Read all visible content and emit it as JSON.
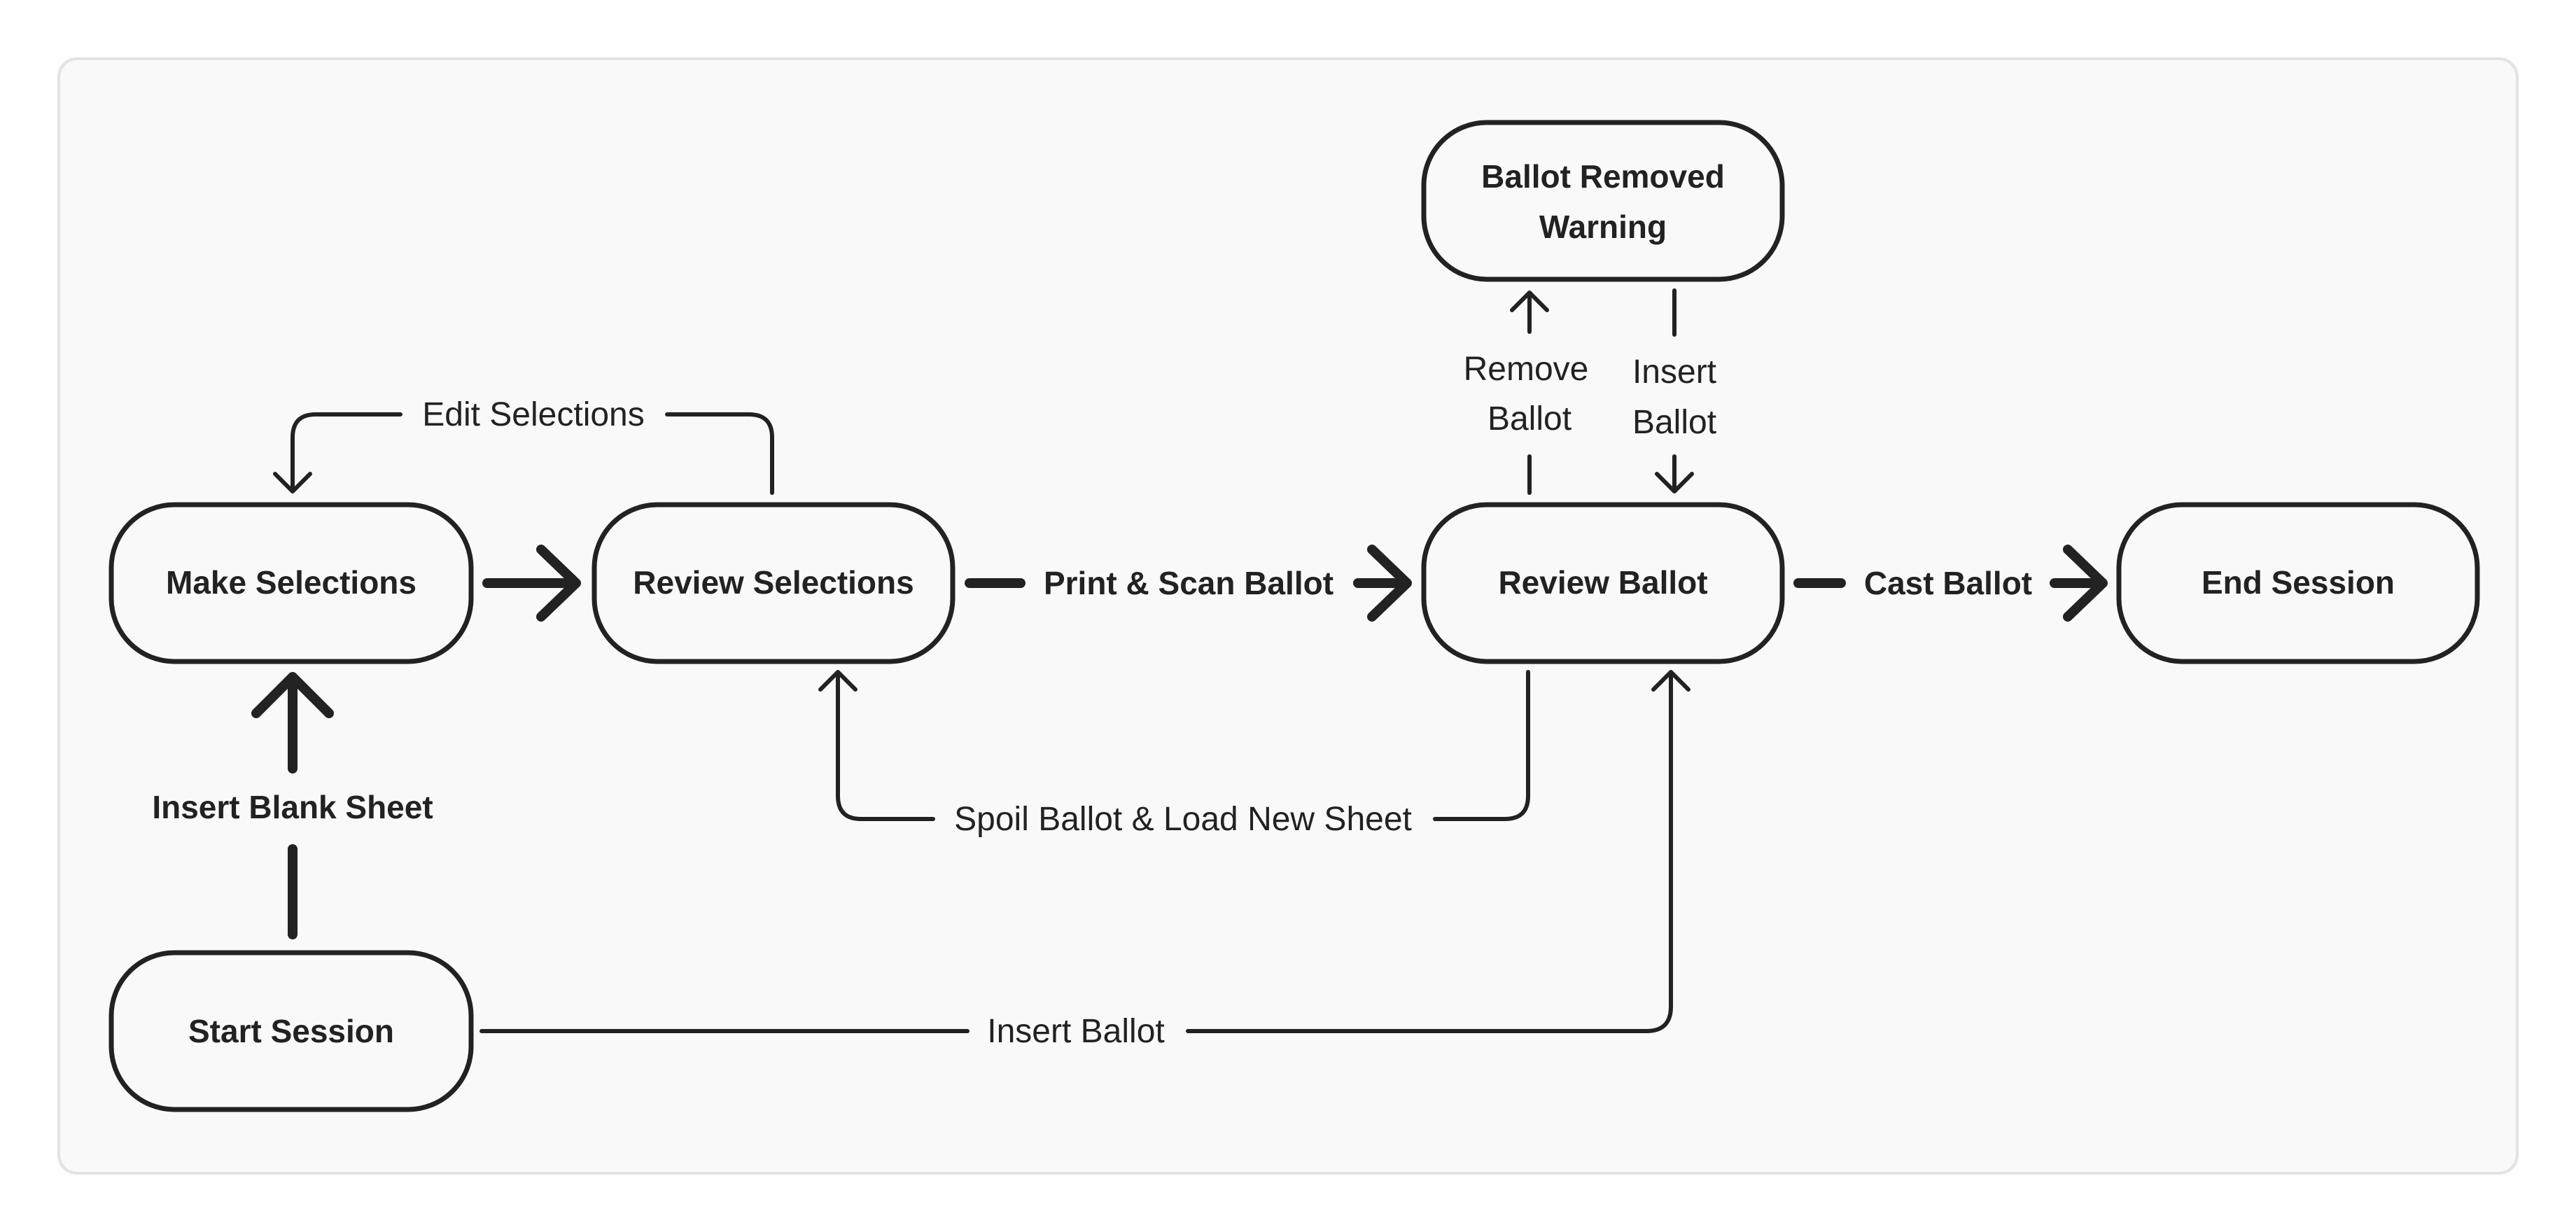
{
  "nodes": {
    "make_selections": "Make Selections",
    "review_selections": "Review Selections",
    "review_ballot": "Review Ballot",
    "end_session": "End Session",
    "start_session": "Start Session",
    "ballot_removed_warning": [
      "Ballot Removed",
      "Warning"
    ]
  },
  "edges": {
    "edit_selections": "Edit Selections",
    "print_scan_ballot": "Print & Scan Ballot",
    "cast_ballot": "Cast Ballot",
    "insert_blank_sheet": "Insert Blank Sheet",
    "spoil_ballot": "Spoil Ballot & Load New Sheet",
    "insert_ballot_bottom": "Insert Ballot",
    "remove_ballot": [
      "Remove",
      "Ballot"
    ],
    "insert_ballot_top": [
      "Insert",
      "Ballot"
    ]
  },
  "colors": {
    "stroke": "#222222",
    "panel": "#f9f9f9",
    "panel_border": "#e2e2e2"
  }
}
